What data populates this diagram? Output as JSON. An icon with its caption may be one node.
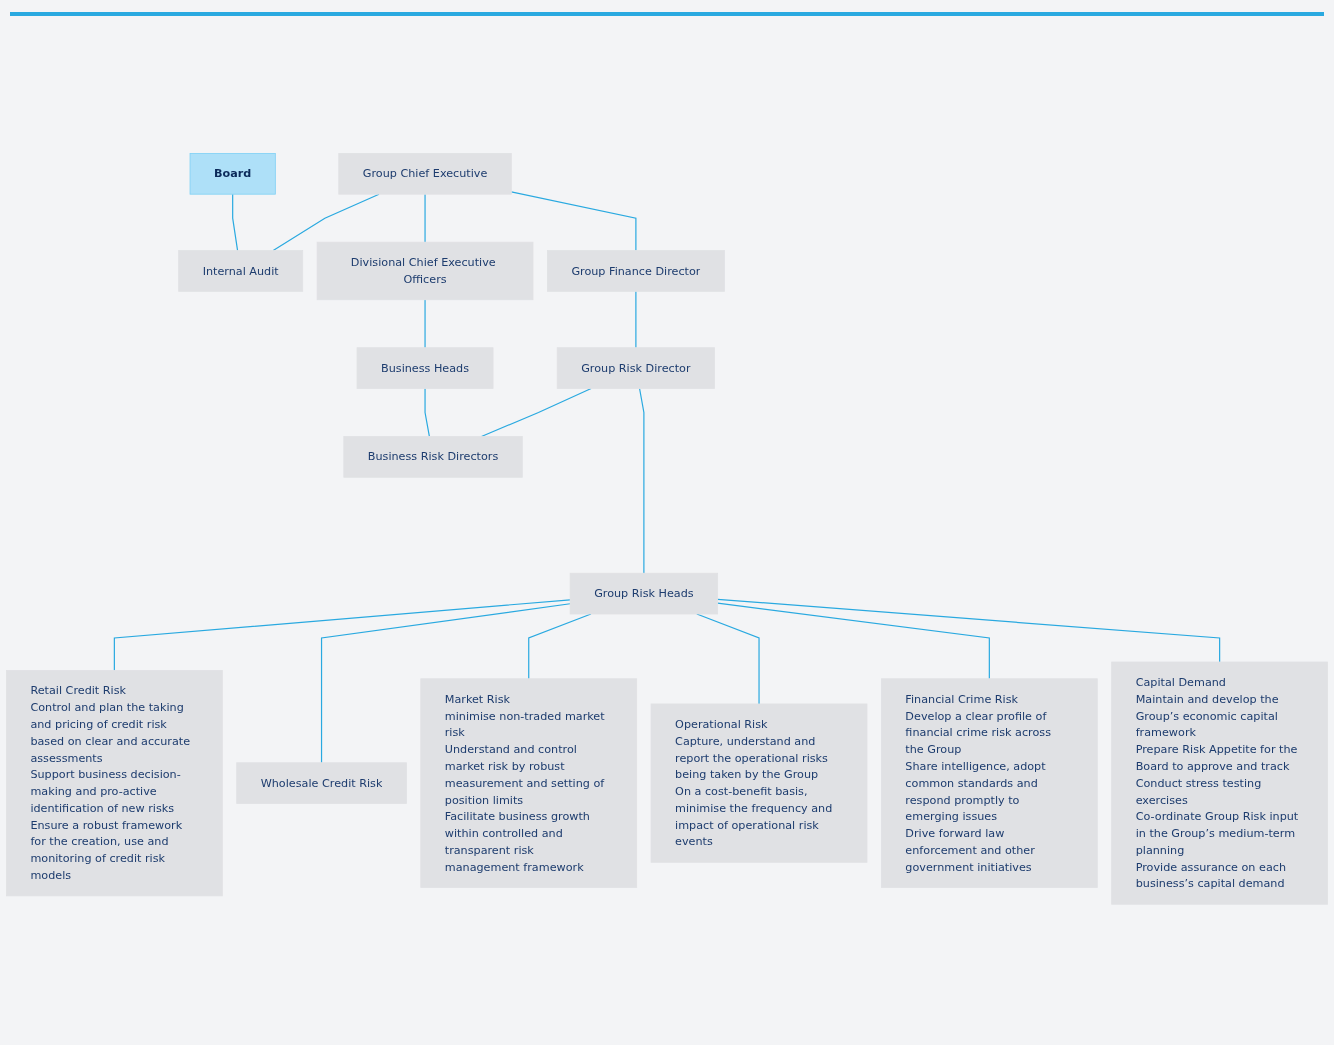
{
  "diagram": {
    "nodes": [
      {
        "text": [
          "Board"
        ]
      },
      {
        "text": [
          "Group Chief Executive"
        ]
      },
      {
        "text": [
          "Internal Audit"
        ]
      },
      {
        "text": [
          "Divisional Chief Executive Officers"
        ]
      },
      {
        "text": [
          "Group Finance Director"
        ]
      },
      {
        "text": [
          "Business Heads"
        ]
      },
      {
        "text": [
          "Group Risk Director"
        ]
      },
      {
        "text": [
          "Business Risk Directors"
        ]
      },
      {
        "text": [
          "Group Risk Heads"
        ]
      },
      {
        "text": [
          "Retail Credit Risk",
          "Control and plan the taking and pricing of credit risk based on clear and accurate assessments",
          "Support business decision-making and pro-active identification of new risks",
          "Ensure a robust framework for the creation, use and monitoring of credit risk models"
        ]
      },
      {
        "text": [
          "Wholesale Credit Risk"
        ]
      },
      {
        "text": [
          "Market Risk",
          "minimise non-traded market risk",
          "Understand and control market risk by robust measurement and setting of position limits",
          "Facilitate business growth within controlled and transparent risk management framework"
        ]
      },
      {
        "text": [
          "Operational Risk",
          "Capture, understand and report the operational risks being taken by the Group",
          "On a cost-benefit basis, minimise the frequency and impact of operational risk events"
        ]
      },
      {
        "text": [
          "Financial Crime Risk",
          "Develop a clear profile of financial crime risk across the Group",
          "Share intelligence, adopt common standards and respond promptly to emerging issues",
          "Drive forward law enforcement and other government initiatives"
        ]
      },
      {
        "text": [
          "Capital Demand",
          "Maintain and develop the Group’s economic capital framework",
          "Prepare Risk Appetite for the Board to approve and track",
          "Conduct stress testing exercises",
          "Co-ordinate Group Risk input in the Group’s medium-term planning",
          "Provide assurance on each business’s capital demand"
        ]
      }
    ],
    "edges": [
      {
        "from": 0,
        "to": 2,
        "arrow": "none"
      },
      {
        "from": 1,
        "to": 2,
        "arrow": "none"
      },
      {
        "from": 1,
        "to": 3,
        "arrow": "none"
      },
      {
        "from": 1,
        "to": 4,
        "arrow": "none"
      },
      {
        "from": 3,
        "to": 5,
        "arrow": "none"
      },
      {
        "from": 4,
        "to": 6,
        "arrow": "none"
      },
      {
        "from": 5,
        "to": 7,
        "arrow": "none"
      },
      {
        "from": 6,
        "to": 7,
        "arrow": "none"
      },
      {
        "from": 6,
        "to": 8,
        "arrow": "none"
      },
      {
        "from": 8,
        "to": 9,
        "arrow": "none"
      },
      {
        "from": 8,
        "to": 10,
        "arrow": "none"
      },
      {
        "from": 8,
        "to": 11,
        "arrow": "none"
      },
      {
        "from": 8,
        "to": 12,
        "arrow": "none"
      },
      {
        "from": 8,
        "to": 13,
        "arrow": "none"
      },
      {
        "from": 8,
        "to": 14,
        "arrow": "none"
      }
    ]
  }
}
